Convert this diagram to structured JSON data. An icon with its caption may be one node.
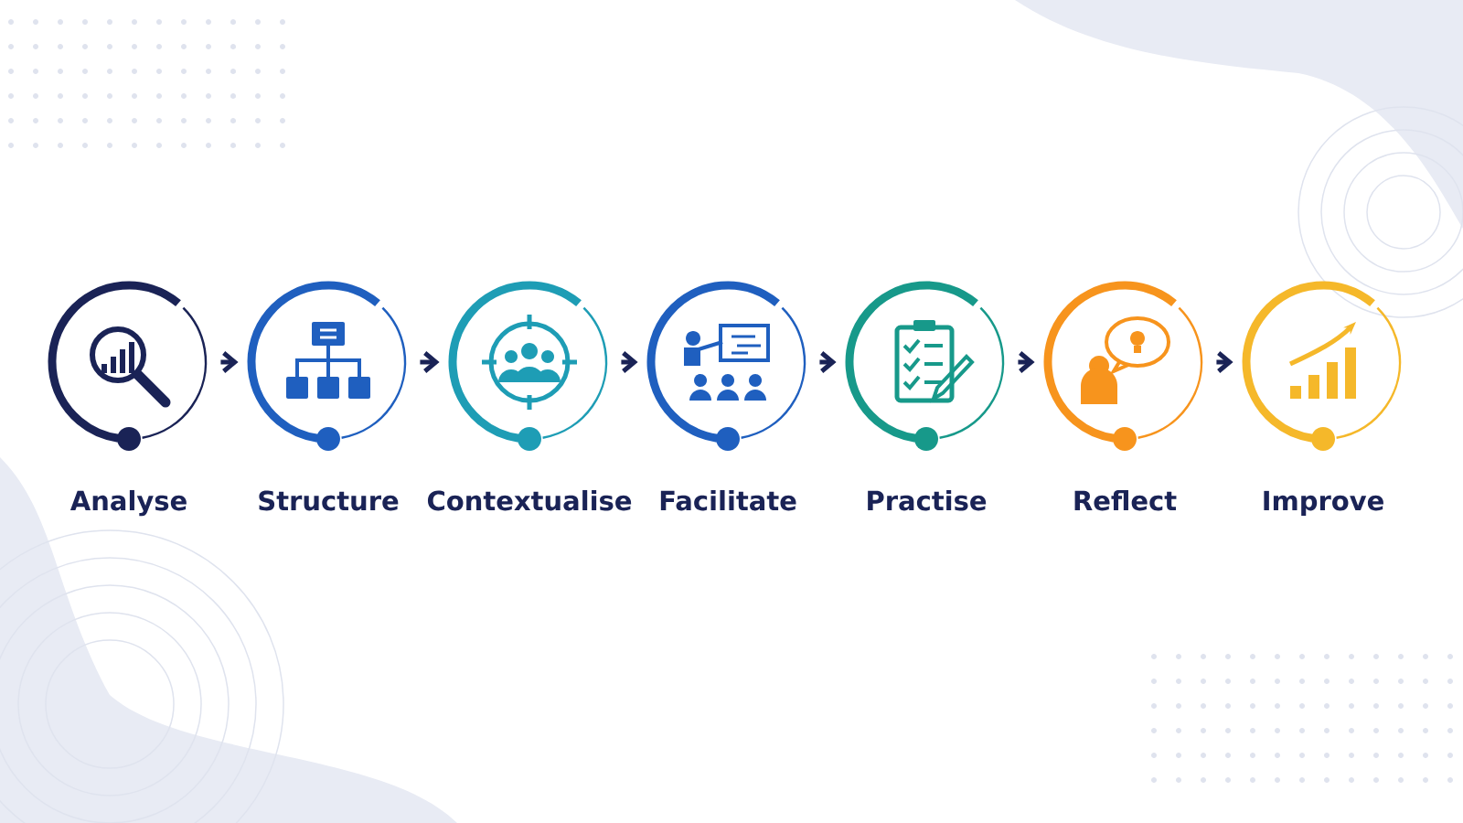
{
  "diagram": {
    "nodes": [
      {
        "text": [
          "Analyse"
        ]
      },
      {
        "text": [
          "Structure"
        ]
      },
      {
        "text": [
          "Contextualise"
        ]
      },
      {
        "text": [
          "Facilitate"
        ]
      },
      {
        "text": [
          "Practise"
        ]
      },
      {
        "text": [
          "Reflect"
        ]
      },
      {
        "text": [
          "Improve"
        ]
      }
    ],
    "edges": [
      {
        "from": 0,
        "to": 1,
        "arrow": "to"
      },
      {
        "from": 1,
        "to": 2,
        "arrow": "to"
      },
      {
        "from": 2,
        "to": 3,
        "arrow": "to"
      },
      {
        "from": 3,
        "to": 4,
        "arrow": "to"
      },
      {
        "from": 4,
        "to": 5,
        "arrow": "to"
      },
      {
        "from": 5,
        "to": 6,
        "arrow": "to"
      }
    ]
  }
}
